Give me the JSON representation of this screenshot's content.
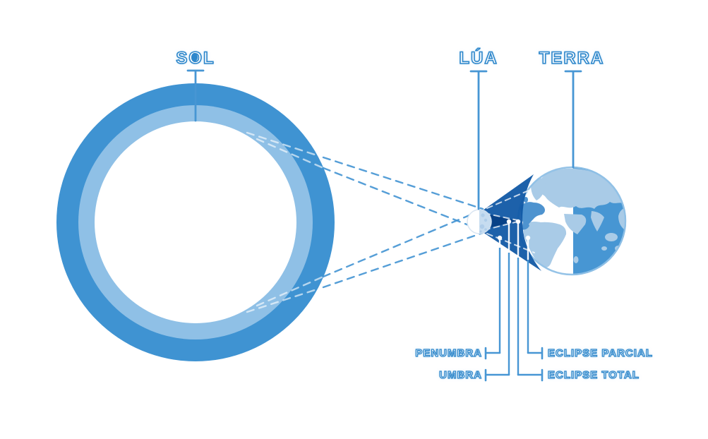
{
  "colors": {
    "accent": "#3F93D2",
    "accent-light": "#8FC0E6",
    "line": "#4796D4",
    "label-stroke": "#2E87CB",
    "ocean": "#4796D3",
    "continent": "#A9CBE7",
    "continent-shaded": "#4E93CF",
    "shadow-cone": "#0F57A5",
    "umbra-cone": "#063F85",
    "moon-shade": "#C6DCF0",
    "moon-crater": "#AFCDE9"
  },
  "diagram": {
    "sun_label": "SOL",
    "moon_label": "LÚA",
    "earth_label": "TERRA",
    "penumbra_label": "PENUMBRA",
    "umbra_label": "UMBRA",
    "partial_eclipse_label": "ECLIPSE PARCIAL",
    "total_eclipse_label": "ECLIPSE TOTAL"
  }
}
